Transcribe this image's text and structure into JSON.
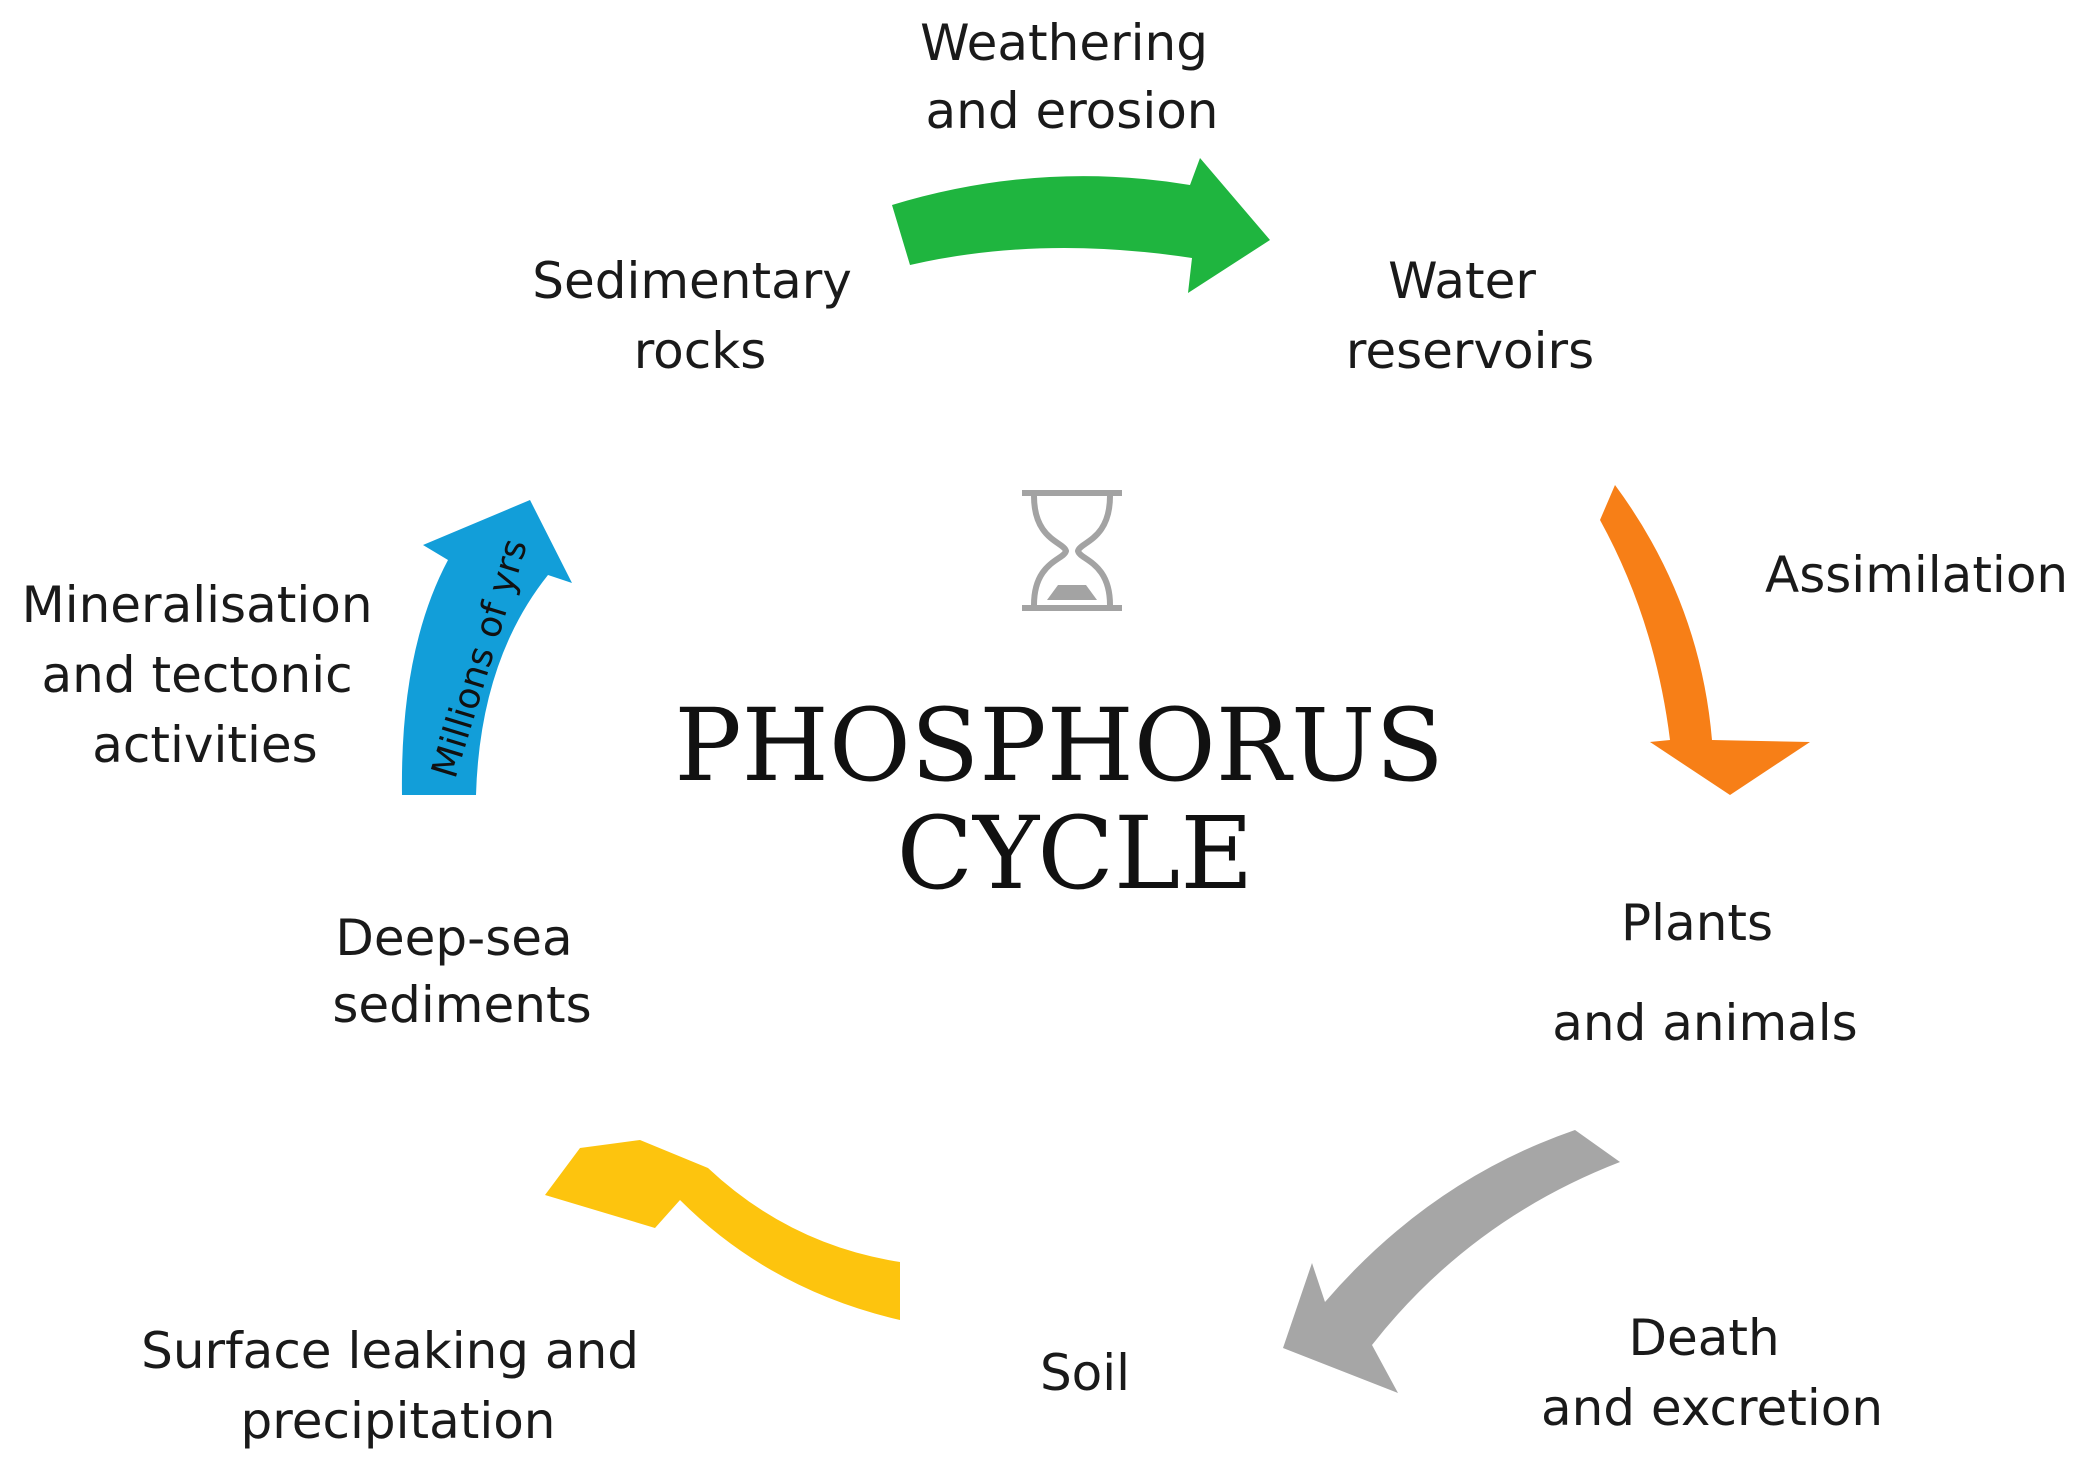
{
  "title": {
    "line1": "PHOSPHORUS",
    "line2": "CYCLE"
  },
  "icons": {
    "center": "hourglass-icon"
  },
  "stages": {
    "sedimentary_rocks": [
      "Sedimentary",
      "rocks"
    ],
    "water_reservoirs": [
      "Water",
      "reservoirs"
    ],
    "plants_animals": [
      "Plants",
      "and animals"
    ],
    "soil": [
      "Soil"
    ],
    "deep_sea_sediments": [
      "Deep-sea",
      "sediments"
    ]
  },
  "processes": {
    "weathering": [
      "Weathering",
      "and erosion"
    ],
    "assimilation": [
      "Assimilation"
    ],
    "death_excretion": [
      "Death",
      "and excretion"
    ],
    "surface_leaking": [
      "Surface leaking and",
      "precipitation"
    ],
    "mineralisation": [
      "Mineralisation",
      "and tectonic",
      "activities"
    ],
    "mineralisation_arrow_text": "Millions of yrs"
  },
  "colors": {
    "weathering": "#1fb53f",
    "assimilation": "#f77f17",
    "death_excretion": "#a6a6a6",
    "surface_leaking": "#fdc40e",
    "mineralisation": "#129ed9",
    "hourglass": "#a3a3a3"
  }
}
